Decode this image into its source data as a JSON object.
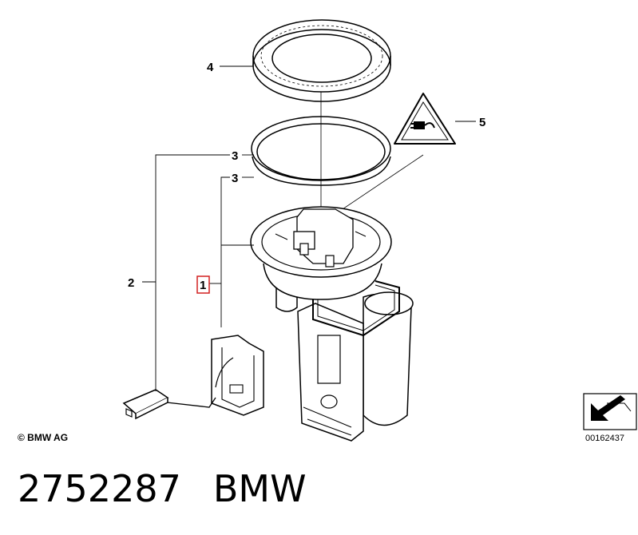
{
  "callouts": {
    "c1": "1",
    "c2": "2",
    "c3a": "3",
    "c3b": "3",
    "c4": "4",
    "c5": "5"
  },
  "colors": {
    "highlight": "#d22020",
    "line": "#000000",
    "shade": "#dcdcdc"
  },
  "footer": {
    "copyright": "© BMW AG",
    "diagram_id": "00162437"
  },
  "caption": {
    "part_number": "2752287",
    "brand": "BMW"
  }
}
